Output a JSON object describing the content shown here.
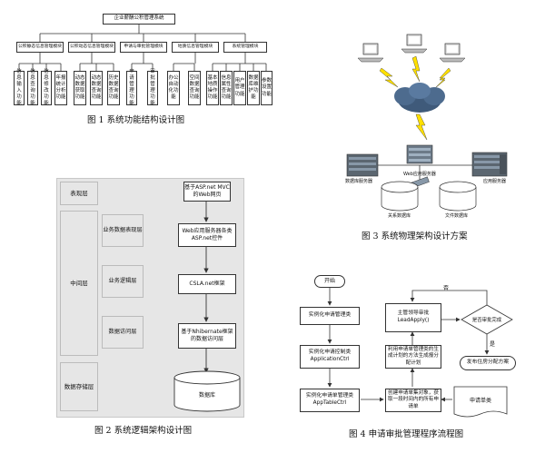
{
  "fig1": {
    "root": "企业薪酬公积管理系统",
    "modules": [
      "公积静态信息管理模块",
      "公积动态信息管理模块",
      "申请与审批管理模块",
      "地质信息管理模块",
      "系统管理模块"
    ],
    "leaves": [
      "信息输入功能",
      "信息查询功能",
      "信息修改功能",
      "年报统计分析功能",
      "动态数据获取功能",
      "动态数据查询功能",
      "历史数据查询功能",
      "申请管理功能",
      "审批管理功能",
      "办公自动化功能",
      "空间数据查询功能",
      "基本地质操作功能",
      "信息属性查询功能",
      "用户管理功能",
      "数据库维护功能",
      "参数设置功能"
    ],
    "caption": "图 1   系统功能结构设计图"
  },
  "fig2": {
    "layers": [
      "表现层",
      "中间层",
      "数据存储层"
    ],
    "sublayers": [
      "业务数据表现层",
      "业务逻辑层",
      "数据访问层"
    ],
    "boxes": [
      "基于ASP.net MVC的Web网页",
      "Web应用服务器各类ASP.net控件",
      "CSLA.net框架",
      "基于Nhibernate框架的数据访问层",
      "数据库"
    ],
    "caption": "图 2   系统逻辑架构设计图"
  },
  "fig3": {
    "labels": [
      "数据库服务器",
      "Web应用服务器",
      "应用服务器",
      "关系数据库",
      "文件数据库"
    ],
    "caption": "图 3   系统物理架构设计方案"
  },
  "fig4": {
    "start": "开始",
    "left_steps": [
      "实例化申请管理类",
      "实例化申请控制类 ApplicationCtrl",
      "实例化申请单管理类 AppTableCtrl"
    ],
    "mid_steps": [
      "主管领导审批 LeadApply()",
      "利用申请单管理类的生成计划的方法生成报分配计划",
      "创建申请单集对象，获取一段时间内的所有申请单"
    ],
    "decision": "是否审批完成",
    "no_label": "否",
    "yes_label": "是",
    "publish": "发布住房分配方案",
    "doc": "申请单类",
    "caption": "图 4   申请审批管理程序流程图"
  }
}
